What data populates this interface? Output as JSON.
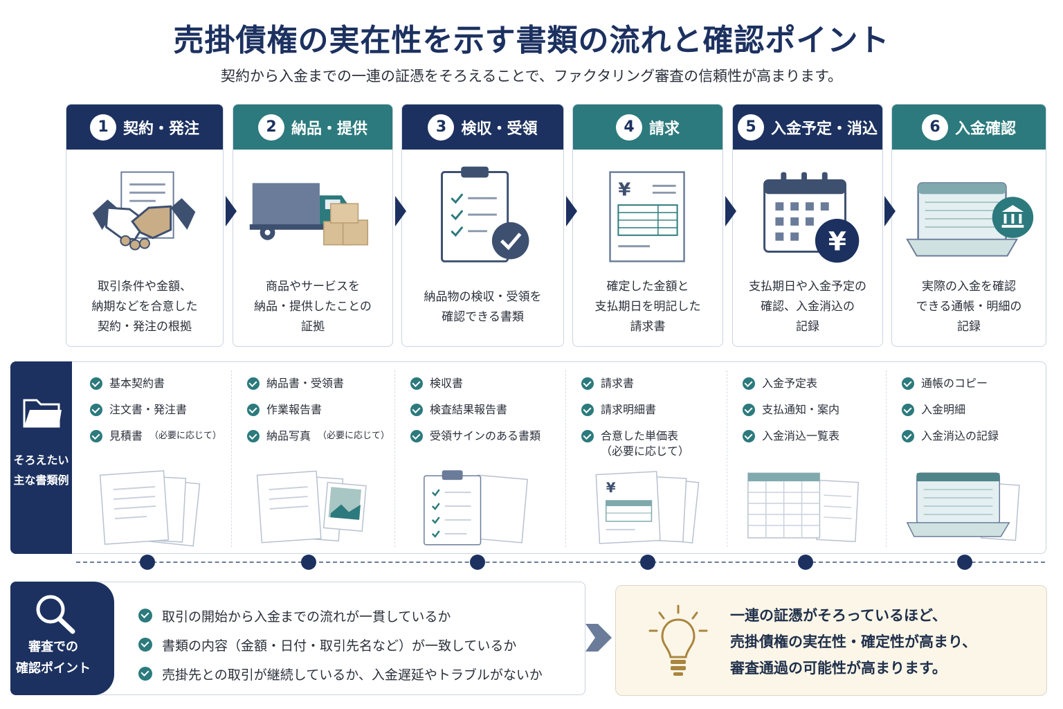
{
  "header": {
    "title": "売掛債権の実在性を示す書類の流れと確認ポイント",
    "subtitle": "契約から入金までの一連の証憑をそろえることで、ファクタリング審査の信頼性が高まります。"
  },
  "steps": [
    {
      "num": "1",
      "label": "契約・発注",
      "desc": "取引条件や金額、\n納期などを合意した\n契約・発注の根拠",
      "icon": "handshake-contract-icon"
    },
    {
      "num": "2",
      "label": "納品・提供",
      "desc": "商品やサービスを\n納品・提供したことの\n証拠",
      "icon": "delivery-truck-icon"
    },
    {
      "num": "3",
      "label": "検収・受領",
      "desc": "納品物の検収・受領を\n確認できる書類",
      "icon": "clipboard-check-icon"
    },
    {
      "num": "4",
      "label": "請求",
      "desc": "確定した金額と\n支払期日を明記した\n請求書",
      "icon": "invoice-yen-icon"
    },
    {
      "num": "5",
      "label": "入金予定・消込",
      "desc": "支払期日や入金予定の\n確認、入金消込の\n記録",
      "icon": "calendar-yen-icon"
    },
    {
      "num": "6",
      "label": "入金確認",
      "desc": "実際の入金を確認\nできる通帳・明細の\n記録",
      "icon": "passbook-bank-icon"
    }
  ],
  "documents": {
    "label": "そろえたい\n主な書類例",
    "columns": [
      {
        "items": [
          {
            "text": "基本契約書"
          },
          {
            "text": "注文書・発注書"
          },
          {
            "text": "見積書",
            "note": "（必要に応じて）"
          }
        ]
      },
      {
        "items": [
          {
            "text": "納品書・受領書"
          },
          {
            "text": "作業報告書"
          },
          {
            "text": "納品写真",
            "note": "（必要に応じて）"
          }
        ]
      },
      {
        "items": [
          {
            "text": "検収書"
          },
          {
            "text": "検査結果報告書"
          },
          {
            "text": "受領サインのある書類"
          }
        ]
      },
      {
        "items": [
          {
            "text": "請求書"
          },
          {
            "text": "請求明細書"
          },
          {
            "text": "合意した単価表\n（必要に応じて）"
          }
        ]
      },
      {
        "items": [
          {
            "text": "入金予定表"
          },
          {
            "text": "支払通知・案内"
          },
          {
            "text": "入金消込一覧表"
          }
        ]
      },
      {
        "items": [
          {
            "text": "通帳のコピー"
          },
          {
            "text": "入金明細"
          },
          {
            "text": "入金消込の記録"
          }
        ]
      }
    ]
  },
  "review": {
    "label": "審査での\n確認ポイント",
    "icon": "magnifier-icon",
    "points": [
      "取引の開始から入金までの流れが一貫しているか",
      "書類の内容（金額・日付・取引先名など）が一致しているか",
      "売掛先との取引が継続しているか、入金遅延やトラブルがないか"
    ]
  },
  "callout": {
    "icon": "lightbulb-icon",
    "text": "一連の証憑がそろっているほど、\n売掛債権の実在性・確定性が高まり、\n審査通過の可能性が高まります。"
  },
  "colors": {
    "navy": "#1c3160",
    "teal": "#2c7a7d",
    "callout_bg": "#fbf6e8"
  }
}
